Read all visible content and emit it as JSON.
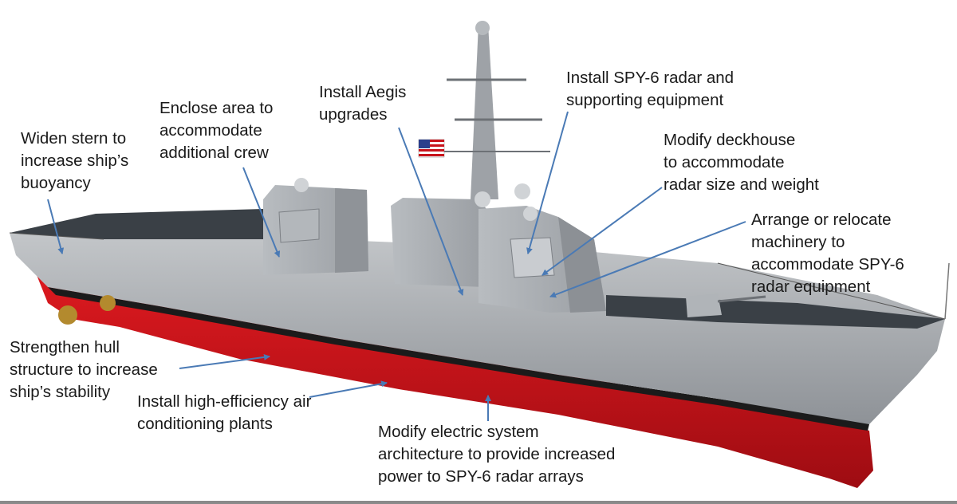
{
  "annotations": {
    "widen_stern": "Widen stern to\nincrease ship’s\nbuoyancy",
    "enclose_area": "Enclose area to\naccommodate\nadditional crew",
    "aegis": "Install Aegis\nupgrades",
    "spy6_radar": "Install SPY-6 radar and\nsupporting equipment",
    "deckhouse": "Modify deckhouse\nto accommodate\nradar size and weight",
    "machinery": "Arrange or relocate\nmachinery to\naccommodate SPY-6\nradar equipment",
    "hull": "Strengthen hull\nstructure to increase\nship’s stability",
    "air_conditioning": "Install high-efficiency air\nconditioning plants",
    "electric": "Modify electric system\narchitecture to provide increased\npower to SPY-6 radar arrays"
  },
  "colors": {
    "hull_red": "#c8141c",
    "hull_grey": "#9da1a6",
    "superstructure": "#a9adb2",
    "deck": "#33393f",
    "arrow": "#4a7ab5",
    "label_text": "#1a1a1a"
  }
}
